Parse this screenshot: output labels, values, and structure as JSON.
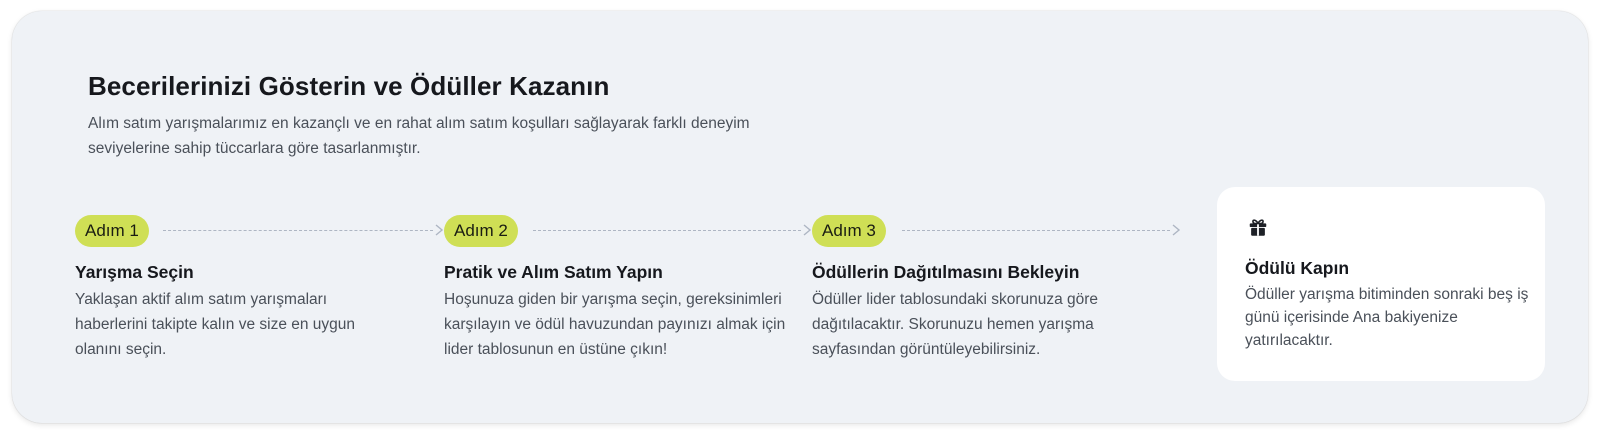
{
  "section": {
    "title": "Becerilerinizi Gösterin ve Ödüller Kazanın",
    "description": "Alım satım yarışmalarımız en kazançlı ve en rahat alım satım koşulları sağlayarak farklı deneyim seviyelerine sahip tüccarlara göre tasarlanmıştır."
  },
  "steps": [
    {
      "badge": "Adım 1",
      "title": "Yarışma Seçin",
      "text": "Yaklaşan aktif alım satım yarışmaları haberlerini takipte kalın ve size en uygun olanını seçin."
    },
    {
      "badge": "Adım 2",
      "title": "Pratik ve Alım Satım Yapın",
      "text": "Hoşunuza giden bir yarışma seçin, gereksinimleri karşılayın ve ödül havuzundan payınızı almak için lider tablosunun en üstüne çıkın!"
    },
    {
      "badge": "Adım 3",
      "title": "Ödüllerin Dağıtılmasını Bekleyin",
      "text": "Ödüller lider tablosundaki skorunuza göre dağıtılacaktır. Skorunuzu hemen yarışma sayfasından görüntüleyebilirsiniz."
    }
  ],
  "reward": {
    "icon": "gift-icon",
    "title": "Ödülü Kapın",
    "text": "Ödüller yarışma bitiminden sonraki beş iş günü içerisinde Ana bakiyenize yatırılacaktır."
  },
  "colors": {
    "background": "#eff2f6",
    "badge": "#cfdf55",
    "reward_card": "#ffffff",
    "heading": "#16181d",
    "body_text": "#4a5059"
  }
}
